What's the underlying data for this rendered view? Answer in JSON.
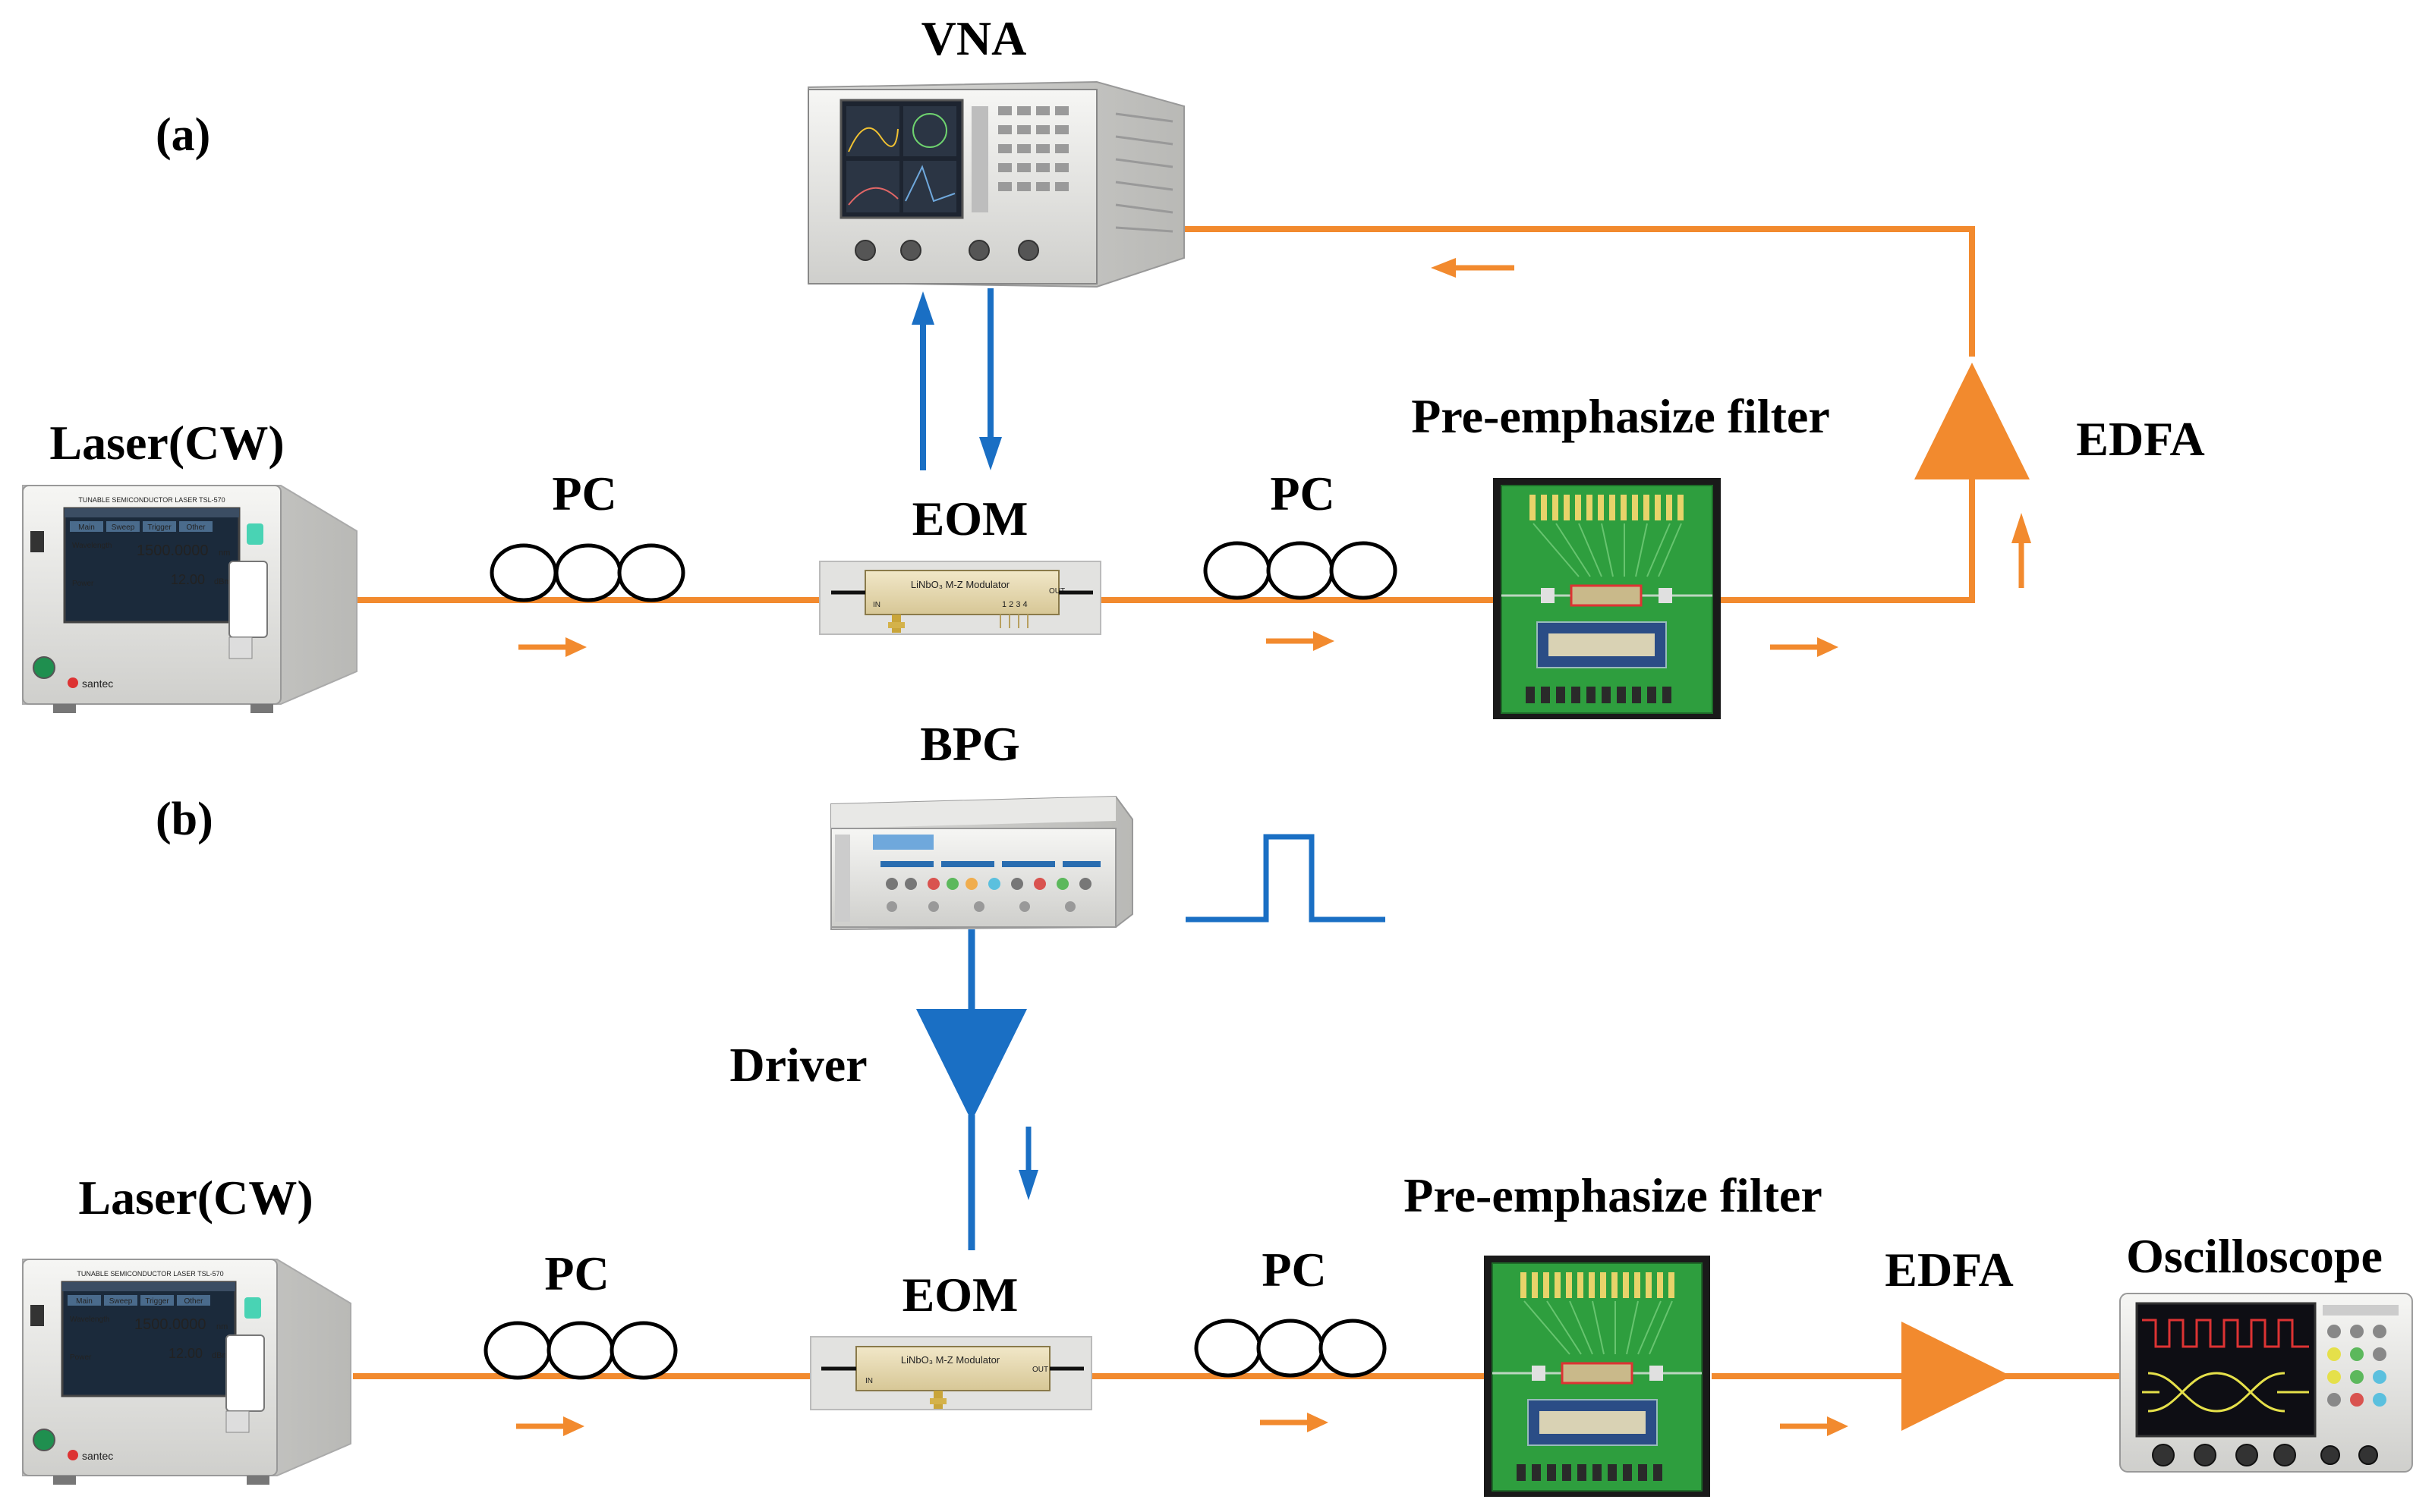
{
  "panel_a": {
    "label": "(a)",
    "vna": "VNA",
    "laser": "Laser(CW)",
    "pc_left": "PC",
    "eom": "EOM",
    "pc_right": "PC",
    "filter": "Pre-emphasize filter",
    "edfa": "EDFA"
  },
  "panel_b": {
    "label": "(b)",
    "bpg": "BPG",
    "driver": "Driver",
    "laser": "Laser(CW)",
    "pc_left": "PC",
    "eom": "EOM",
    "pc_right": "PC",
    "filter": "Pre-emphasize filter",
    "edfa": "EDFA",
    "oscilloscope": "Oscilloscope"
  },
  "laser_screen": {
    "header": "TUNABLE SEMICONDUCTOR LASER TSL-570",
    "tabs": [
      "Main",
      "Sweep",
      "Trigger",
      "Other"
    ],
    "wavelength_label": "Wavelength",
    "wavelength_value": "1500.0000",
    "wavelength_unit": "nm",
    "power_label": "Power",
    "power_value": "12.00",
    "power_unit": "dBm",
    "brand": "santec"
  },
  "modulator": {
    "title": "LiNbO₃ M-Z Modulator",
    "ports": "1 2 3 4",
    "in_label": "IN",
    "out_label": "OUT"
  },
  "colors": {
    "optical": "#F28A2E",
    "electrical": "#1A6FC4",
    "pcb": "#2E9E3E"
  }
}
